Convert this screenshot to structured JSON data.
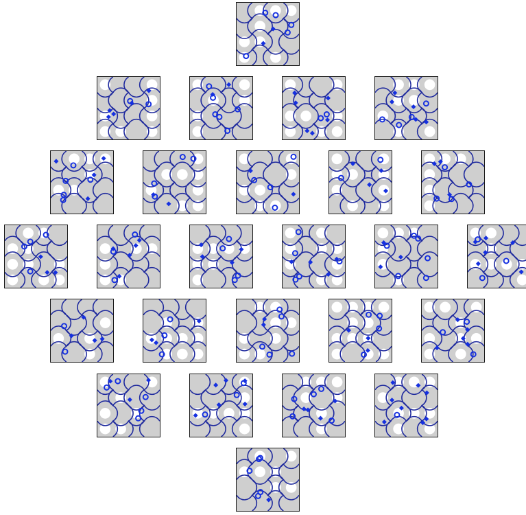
{
  "figure": {
    "tile_rows": [
      1,
      4,
      5,
      6,
      5,
      4,
      1
    ]
  },
  "colors": {
    "background": "#ffffff",
    "tile_fill": "#cfcfcf",
    "tile_border": "#1a1a1a",
    "open_region": "#ffffff",
    "curve_stroke": "#1f2a9e",
    "endpoint_marker": "#1530e0"
  },
  "legend": {
    "marker_shapes": [
      "circle-marker",
      "diamond-marker"
    ]
  }
}
